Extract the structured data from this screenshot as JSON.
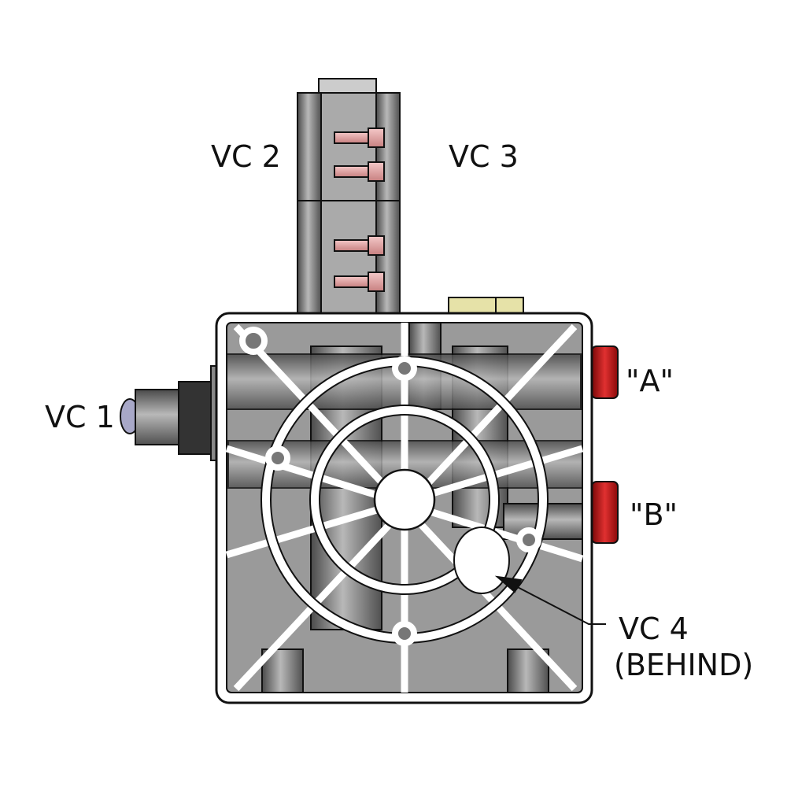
{
  "labels": {
    "vc2": "VC 2",
    "vc3": "VC 3",
    "vc1": "VC 1",
    "port_a": "\"A\"",
    "port_b": "\"B\"",
    "vc4": "VC 4",
    "vc4_note": "(BEHIND)"
  },
  "colors": {
    "body_gray": "#9a9a9a",
    "dark_gray": "#5a5a5a",
    "port_red": "#c01818",
    "bolt_pink": "#e8a8a8",
    "nut_yellow": "#e6e2a8",
    "outline": "#111111"
  }
}
